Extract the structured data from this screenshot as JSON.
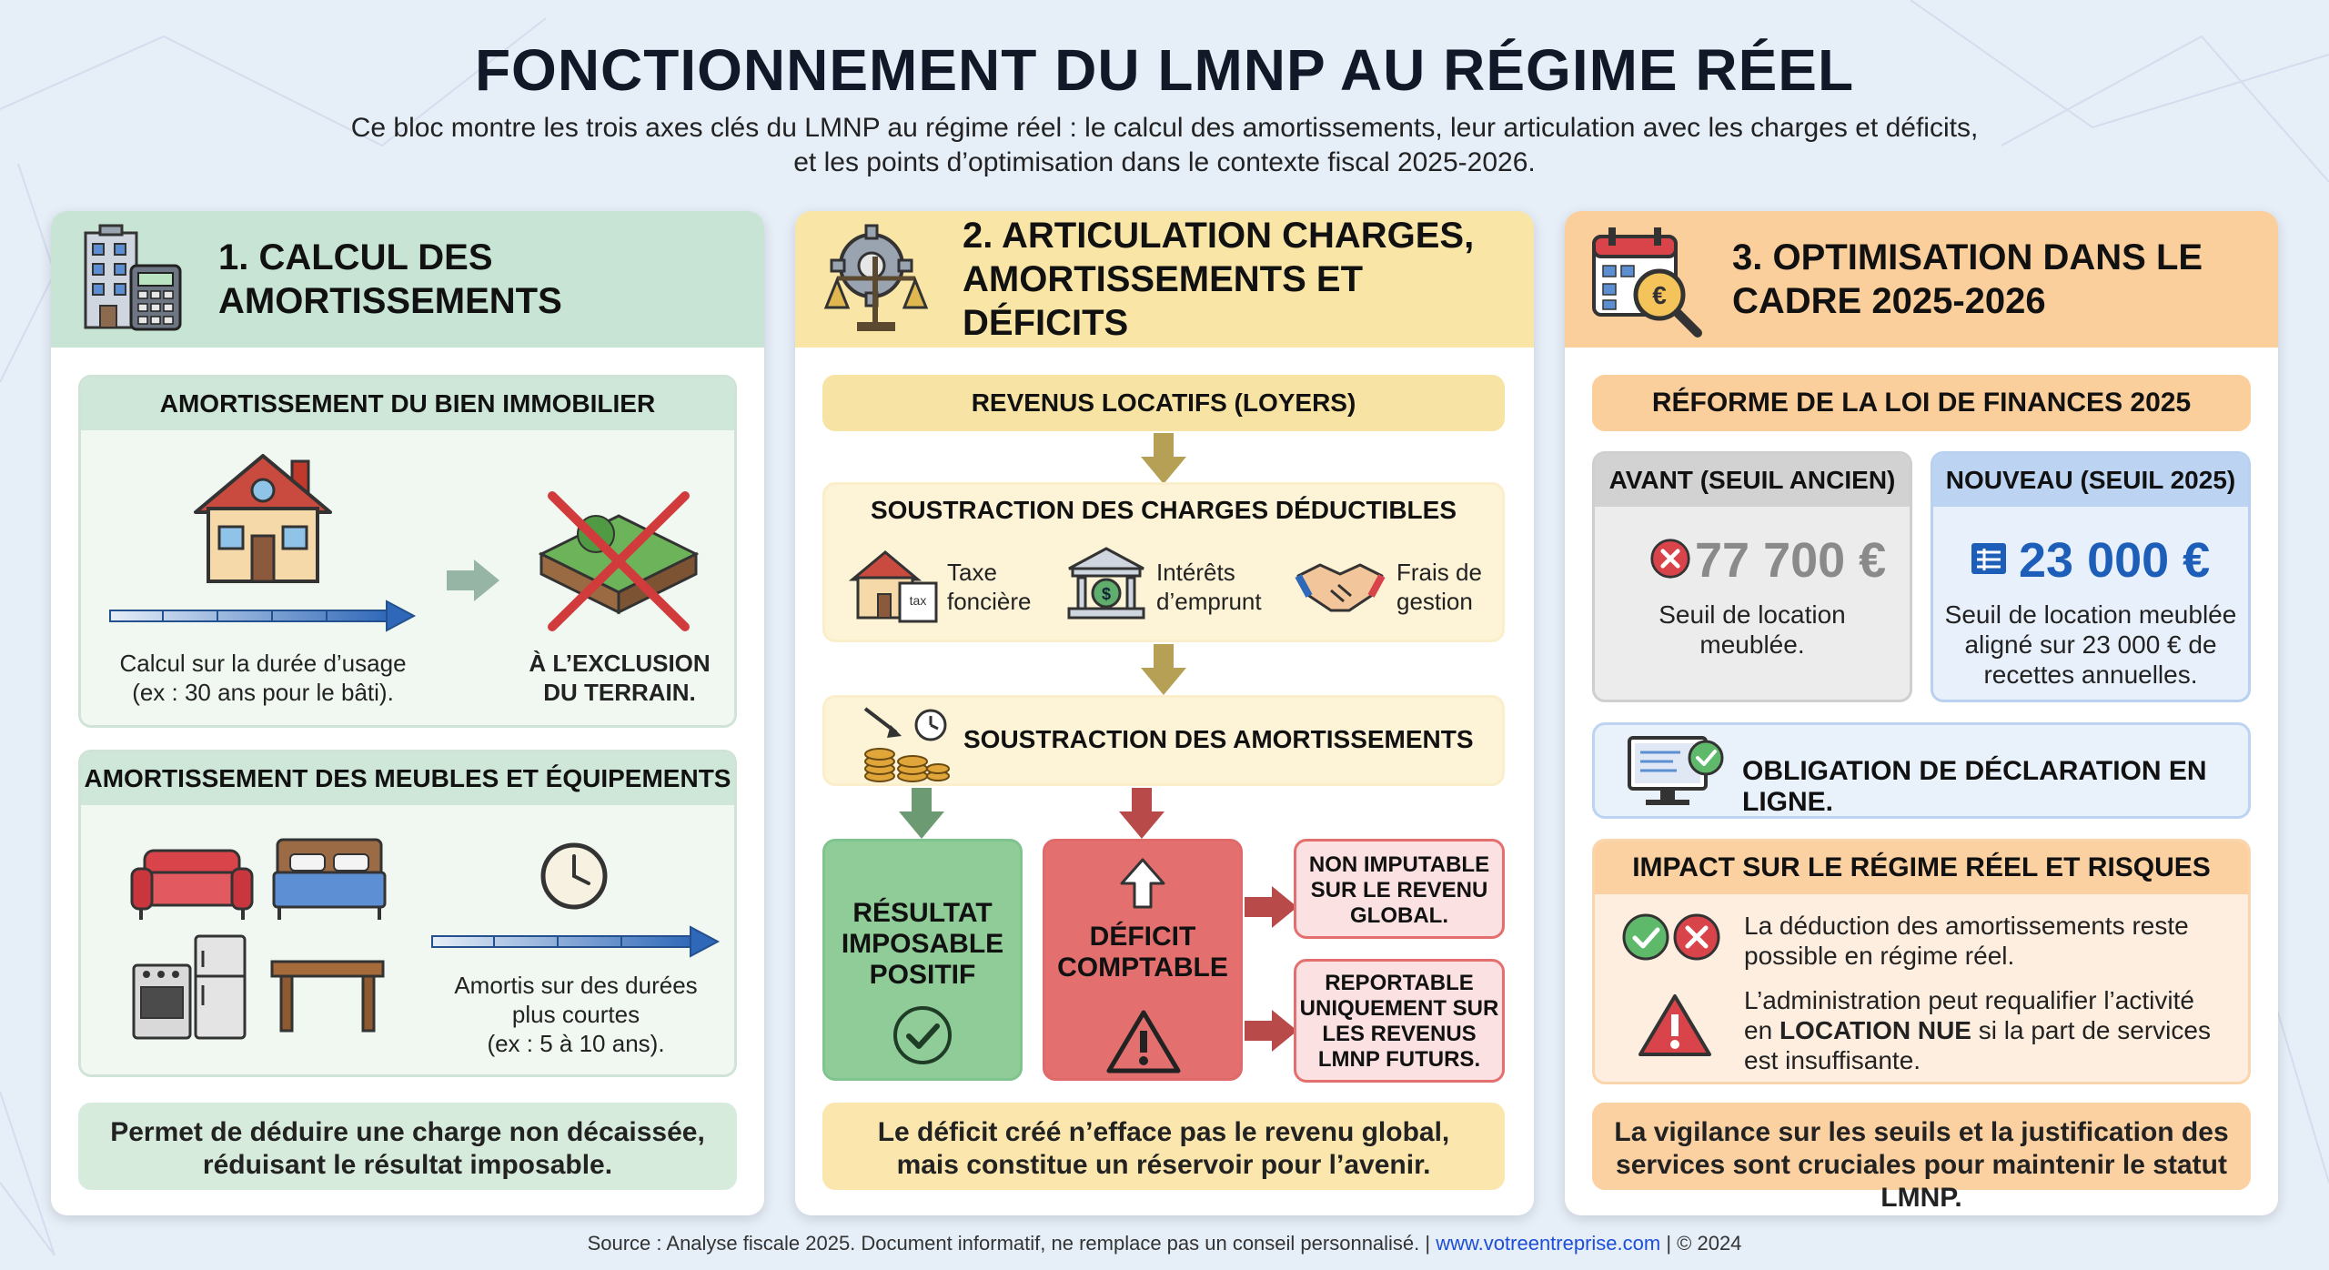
{
  "title": "FONCTIONNEMENT DU LMNP AU RÉGIME RÉEL",
  "subtitle": "Ce bloc montre les trois axes clés du LMNP au régime réel : le calcul des amortissements, leur articulation avec les charges et déficits, et les points d’optimisation dans le contexte fiscal 2025-2026.",
  "col1": {
    "title_line1": "1. CALCUL DES",
    "title_line2": "AMORTISSEMENTS",
    "box1_head": "AMORTISSEMENT DU BIEN IMMOBILIER",
    "box1_caption_line1": "Calcul sur la durée d’usage",
    "box1_caption_line2": "(ex : 30 ans pour le bâti).",
    "box1_exclusion_line1": "À L’EXCLUSION",
    "box1_exclusion_line2": "DU TERRAIN.",
    "box2_head": "AMORTISSEMENT DES MEUBLES ET ÉQUIPEMENTS",
    "box2_caption_line1": "Amortis sur des durées",
    "box2_caption_line2": "plus courtes",
    "box2_caption_line3": "(ex : 5 à 10 ans).",
    "bottom_line1": "Permet de déduire une charge non décaissée,",
    "bottom_line2": "réduisant le résultat imposable."
  },
  "col2": {
    "title_line1": "2. ARTICULATION CHARGES,",
    "title_line2": "AMORTISSEMENTS ET DÉFICITS",
    "revenus": "REVENUS LOCATIFS (LOYERS)",
    "charges_head": "SOUSTRACTION DES CHARGES DÉDUCTIBLES",
    "charge1_line1": "Taxe",
    "charge1_line2": "foncière",
    "charge2_line1": "Intérêts",
    "charge2_line2": "d’emprunt",
    "charge3_line1": "Frais de",
    "charge3_line2": "gestion",
    "amort": "SOUSTRACTION DES AMORTISSEMENTS",
    "positif_line1": "RÉSULTAT",
    "positif_line2": "IMPOSABLE",
    "positif_line3": "POSITIF",
    "deficit_line1": "DÉFICIT",
    "deficit_line2": "COMPTABLE",
    "nonimp_line1": "NON IMPUTABLE",
    "nonimp_line2": "SUR LE REVENU",
    "nonimp_line3": "GLOBAL.",
    "report_line1": "REPORTABLE",
    "report_line2": "UNIQUEMENT SUR",
    "report_line3": "LES REVENUS",
    "report_line4": "LMNP FUTURS.",
    "bottom_line1": "Le déficit créé n’efface pas le revenu global,",
    "bottom_line2": "mais constitue un réservoir pour l’avenir."
  },
  "col3": {
    "title_line1": "3. OPTIMISATION DANS LE",
    "title_line2": "CADRE 2025-2026",
    "reforme": "RÉFORME DE LA LOI DE FINANCES 2025",
    "avant_head": "AVANT (SEUIL ANCIEN)",
    "avant_value": "77 700 €",
    "avant_line1": "Seuil de location",
    "avant_line2": "meublée.",
    "nouveau_head": "NOUVEAU (SEUIL 2025)",
    "nouveau_value": "23 000 €",
    "nouveau_line1": "Seuil de location meublée",
    "nouveau_line2": "aligné sur 23 000 € de",
    "nouveau_line3": "recettes annuelles.",
    "obligation": "OBLIGATION DE DÉCLARATION EN LIGNE.",
    "impact_head": "IMPACT SUR LE RÉGIME RÉEL ET RISQUES",
    "impact1_line1": "La déduction des amortissements reste",
    "impact1_line2": "possible en régime réel.",
    "impact2_line1": "L’administration peut requalifier l’activité",
    "impact2_pre": "en ",
    "impact2_bold": "LOCATION NUE",
    "impact2_post": " si la part de services",
    "impact2_line3": "est insuffisante.",
    "bottom_line1": "La vigilance sur les seuils et la justification des",
    "bottom_line2": "services sont cruciales pour maintenir le statut LMNP."
  },
  "footer": {
    "pre": "Source : Analyse fiscale 2025. Document informatif, ne remplace pas un conseil personnalisé. | ",
    "link": "www.votreentreprise.com",
    "post": " | © 2024"
  },
  "colors": {
    "green_header": "#c8e4d4",
    "yellow_header": "#f9e6a6",
    "orange_header": "#fbcf9c",
    "positive": "#7fc48e",
    "deficit": "#e06a6a",
    "blue_value": "#1d5fb8",
    "grey_value": "#8a8a8a"
  }
}
